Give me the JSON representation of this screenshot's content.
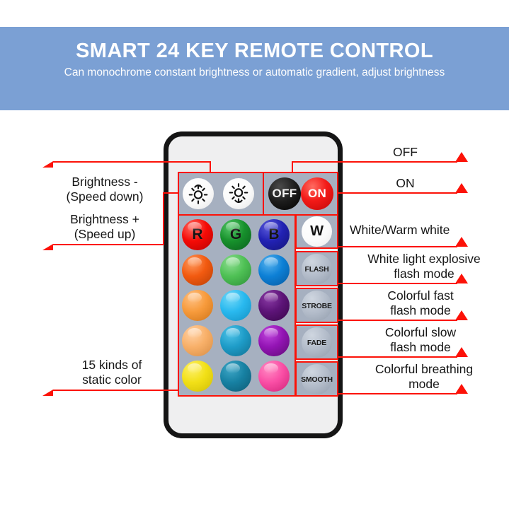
{
  "header": {
    "title": "SMART 24 KEY REMOTE CONTROL",
    "subtitle": "Can monochrome constant brightness or automatic gradient, adjust brightness",
    "background_color": "#7ba0d4",
    "text_color": "#ffffff"
  },
  "annotation_color": "#fc1208",
  "remote": {
    "body_color": "#efeff0",
    "bezel_color": "#151515",
    "pad_color": "#a6b0c0",
    "brightness_row": [
      {
        "key": "brightness-down",
        "icon": "sun-arrow-up-icon",
        "label": ""
      },
      {
        "key": "brightness-up",
        "icon": "sun-arrow-down-icon",
        "label": ""
      }
    ],
    "power_row": [
      {
        "key": "off",
        "label": "OFF",
        "color": "#000000"
      },
      {
        "key": "on",
        "label": "ON",
        "color": "#f31a18"
      }
    ],
    "color_grid": [
      [
        {
          "label": "R",
          "color": "#f50b06"
        },
        {
          "label": "G",
          "color": "#17912c"
        },
        {
          "label": "B",
          "color": "#2222b4"
        }
      ],
      [
        {
          "label": "",
          "color": "#f25a10"
        },
        {
          "label": "",
          "color": "#4fc155"
        },
        {
          "label": "",
          "color": "#0d80d6"
        }
      ],
      [
        {
          "label": "",
          "color": "#f79b3c"
        },
        {
          "label": "",
          "color": "#29b9ef"
        },
        {
          "label": "",
          "color": "#5d1478"
        }
      ],
      [
        {
          "label": "",
          "color": "#f8b069"
        },
        {
          "label": "",
          "color": "#1e9cc8"
        },
        {
          "label": "",
          "color": "#9314b4"
        }
      ],
      [
        {
          "label": "",
          "color": "#f2e017"
        },
        {
          "label": "",
          "color": "#1781a3"
        },
        {
          "label": "",
          "color": "#fa4fa6"
        }
      ]
    ],
    "function_column": [
      {
        "key": "white",
        "label": "W"
      },
      {
        "key": "flash",
        "label": "FLASH"
      },
      {
        "key": "strobe",
        "label": "STROBE"
      },
      {
        "key": "fade",
        "label": "FADE"
      },
      {
        "key": "smooth",
        "label": "SMOOTH"
      }
    ]
  },
  "callouts": {
    "left": [
      {
        "key": "brightness-down",
        "text": "Brightness -\n(Speed down)"
      },
      {
        "key": "brightness-up",
        "text": "Brightness +\n(Speed up)"
      },
      {
        "key": "static-colors",
        "text": "15 kinds of\nstatic color"
      }
    ],
    "right": [
      {
        "key": "off",
        "text": "OFF"
      },
      {
        "key": "on",
        "text": "ON"
      },
      {
        "key": "white",
        "text": "White/Warm white"
      },
      {
        "key": "flash",
        "text": "White light explosive\nflash mode"
      },
      {
        "key": "strobe",
        "text": "Colorful fast\nflash mode"
      },
      {
        "key": "fade",
        "text": "Colorful slow\nflash mode"
      },
      {
        "key": "smooth",
        "text": "Colorful breathing\nmode"
      }
    ]
  }
}
